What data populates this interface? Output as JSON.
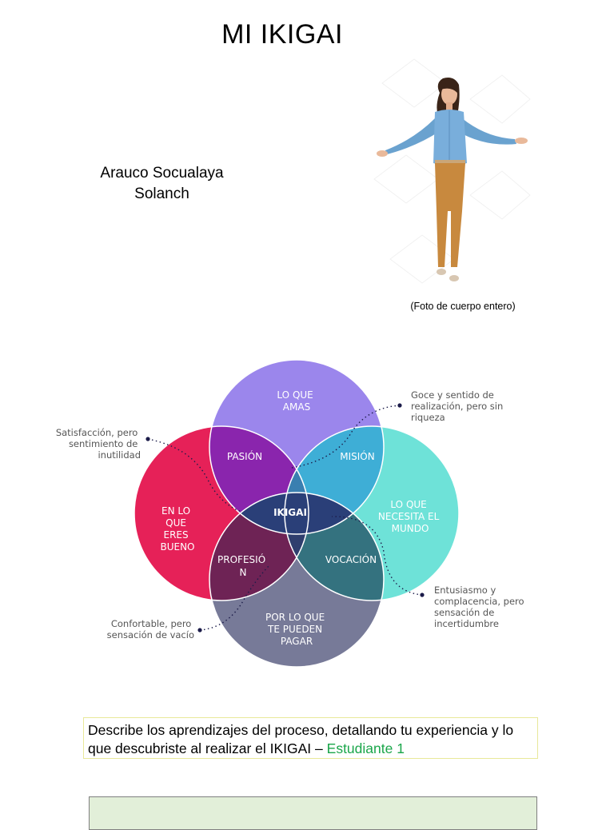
{
  "document": {
    "title": "MI IKIGAI",
    "author_line1": "Arauco Socualaya",
    "author_line2": "Solanch",
    "photo_caption": "(Foto de cuerpo entero)"
  },
  "ikigai": {
    "circles": {
      "love": [
        "LO QUE",
        "AMAS"
      ],
      "good": [
        "EN LO",
        "QUE",
        "ERES",
        "BUENO"
      ],
      "need": [
        "LO QUE",
        "NECESITA EL",
        "MUNDO"
      ],
      "paid": [
        "POR LO QUE",
        "TE PUEDEN",
        "PAGAR"
      ]
    },
    "overlaps": {
      "passion": "PASIÓN",
      "mission": "MISIÓN",
      "profession": [
        "PROFESIÓ",
        "N"
      ],
      "vocation": "VOCACIÓN",
      "center": "IKIGAI"
    },
    "annotations": {
      "top_left": [
        "Satisfacción, pero",
        "sentimiento de",
        "inutilidad"
      ],
      "top_right": [
        "Goce y sentido de",
        "realización, pero sin",
        "riqueza"
      ],
      "bottom_left": [
        "Confortable, pero",
        "sensación de vacío"
      ],
      "bottom_right": [
        "Entusiasmo y",
        "complacencia, pero",
        "sensación de",
        "incertidumbre"
      ]
    },
    "colors": {
      "love": "#9b86ec",
      "good": "#e62158",
      "need": "#6ee2d8",
      "paid": "#777a98",
      "passion": "#8a25ad",
      "mission": "#3eaed6",
      "profession": "#6e2355",
      "vocation": "#34727f",
      "center": "#2a3f78"
    }
  },
  "prompt": {
    "text": "Describe los aprendizajes del proceso, detallando tu experiencia y lo que descubriste al realizar el IKIGAI –",
    "highlight": "Estudiante 1",
    "highlight_color": "#1aa64a"
  }
}
